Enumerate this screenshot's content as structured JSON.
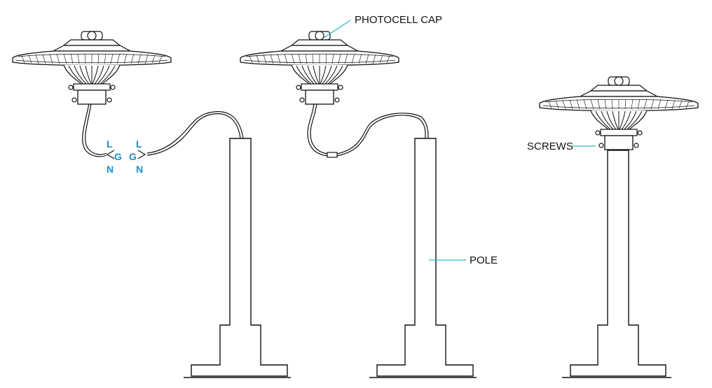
{
  "labels": {
    "photocell_cap": "PHOTOCELL CAP",
    "pole": "POLE",
    "screws": "SCREWS"
  },
  "wire_letters": {
    "left_group": {
      "l": "L",
      "g": "G",
      "n": "N"
    },
    "right_group": {
      "l": "L",
      "g": "G",
      "n": "N"
    }
  },
  "colors": {
    "line": "#111111",
    "wire_label": "#1b8fc9",
    "leader": "#2bb3d1",
    "background": "#ffffff"
  }
}
